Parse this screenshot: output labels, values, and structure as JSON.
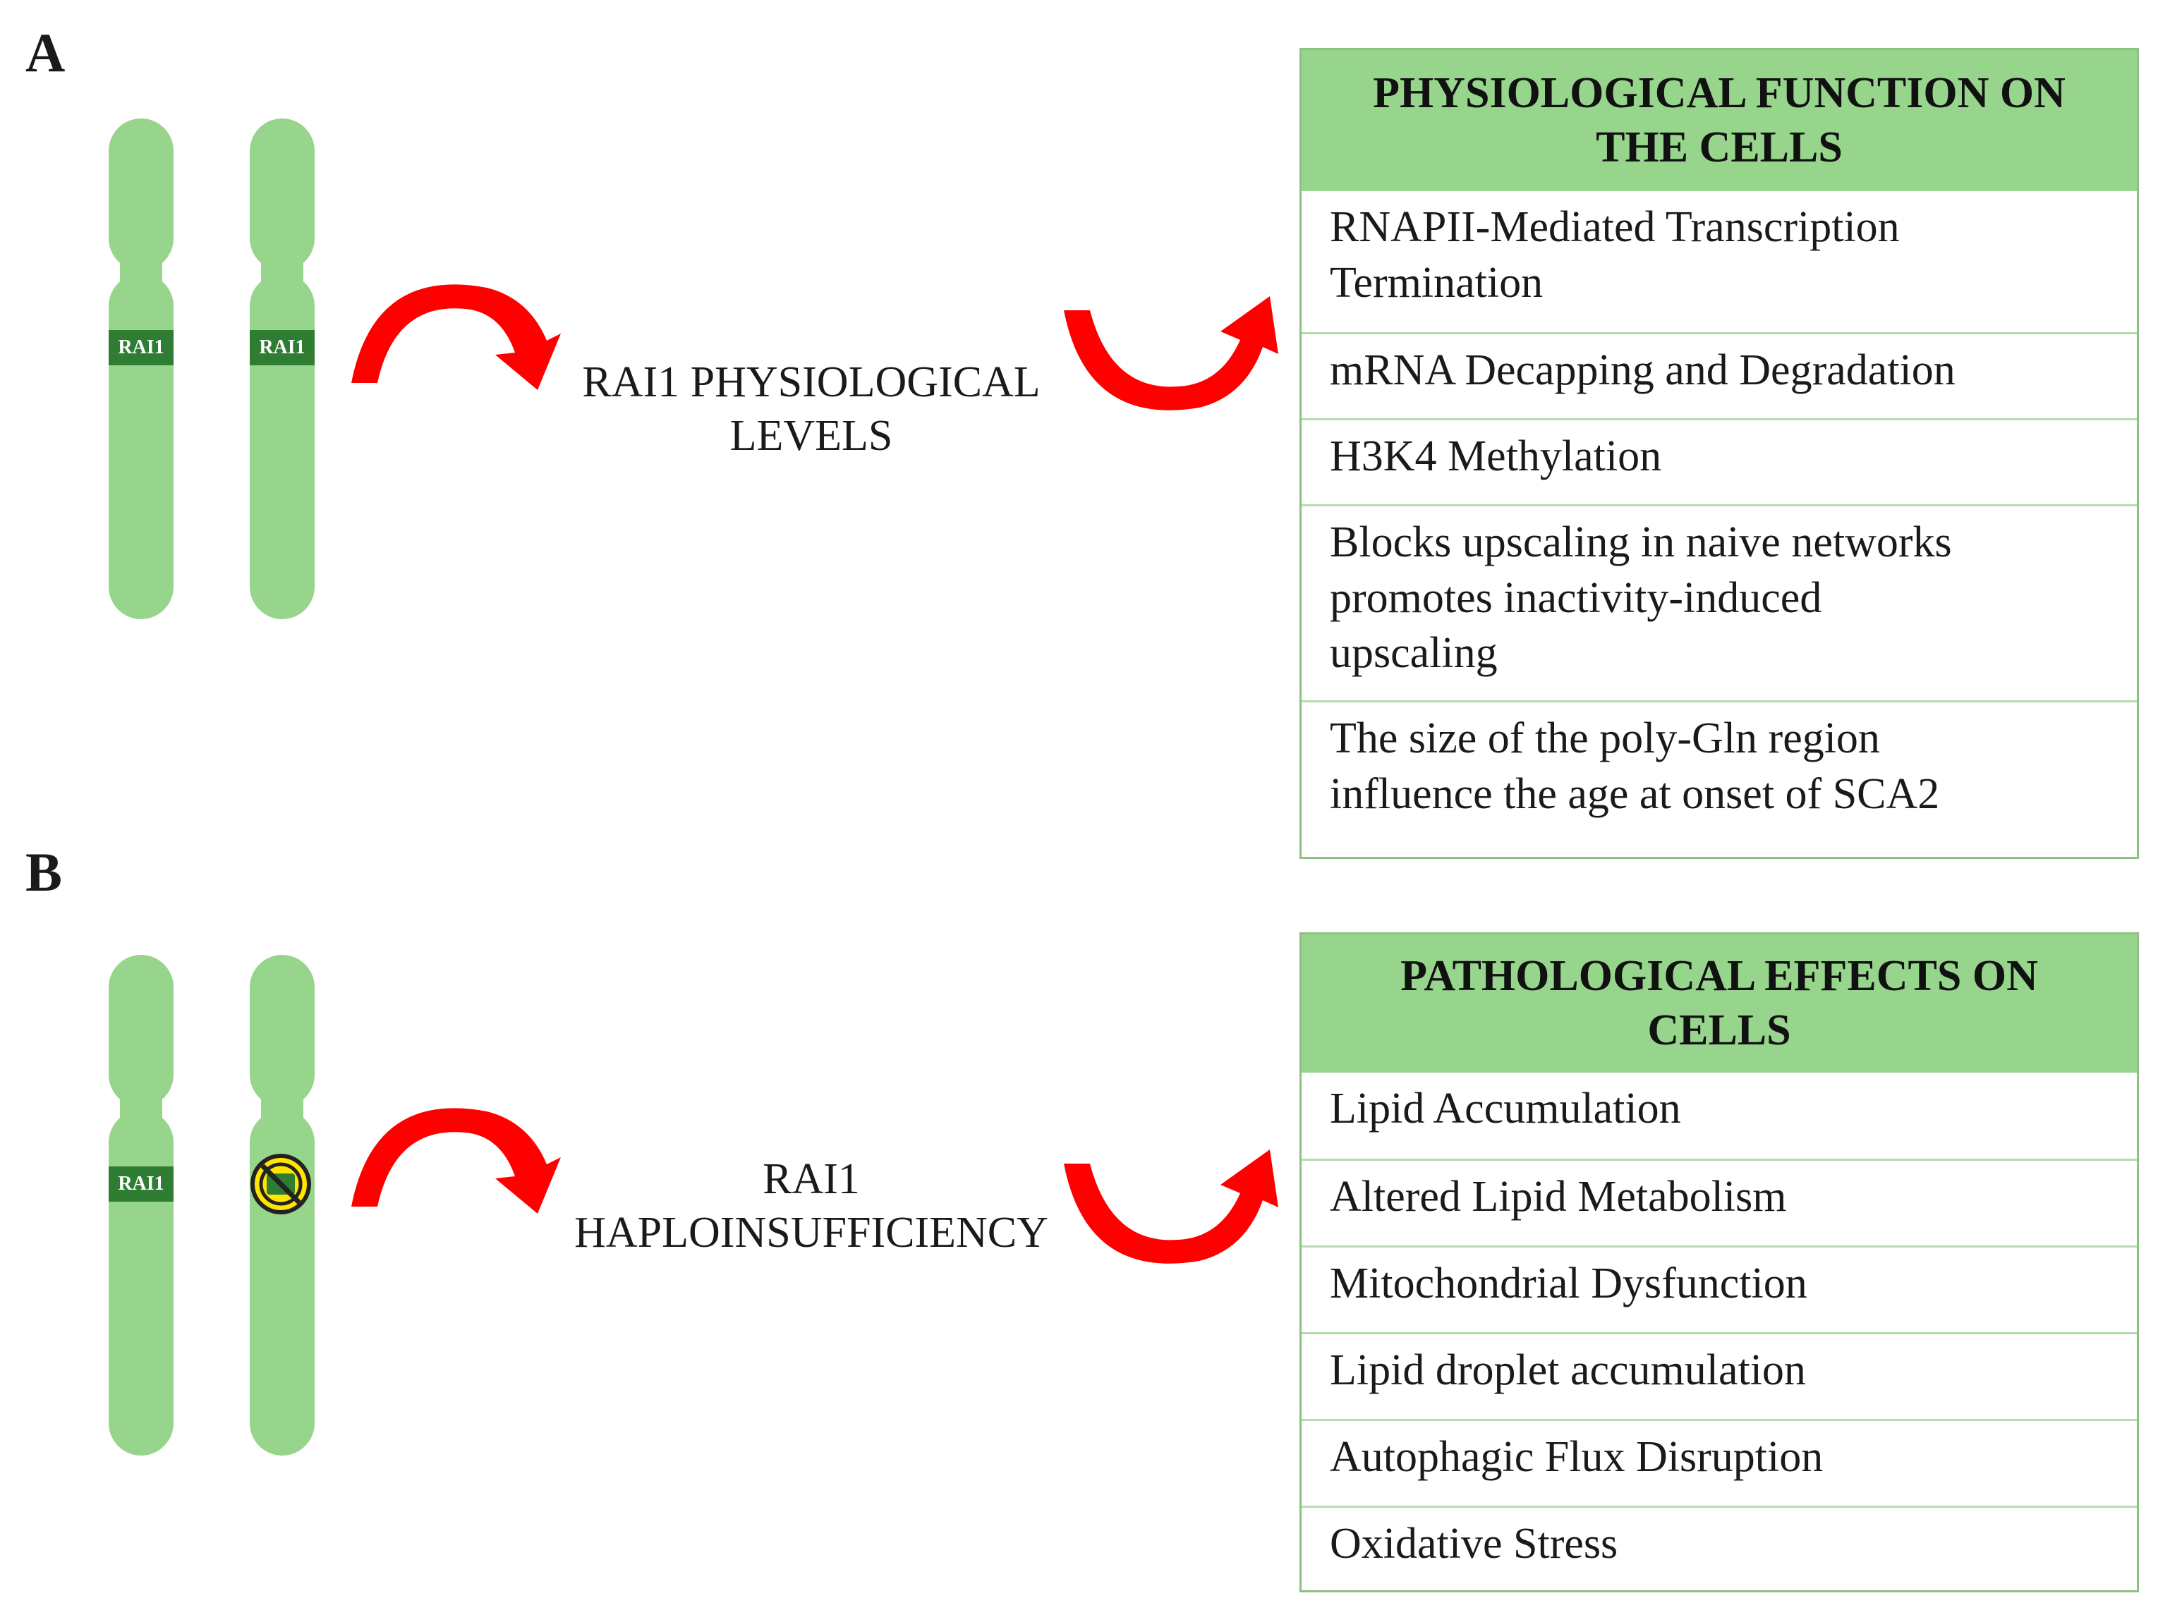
{
  "panel_a": {
    "letter": "A",
    "chromosome_labels": [
      "RAI1",
      "RAI1"
    ],
    "level_label": "RAI1 PHYSIOLOGICAL\nLEVELS",
    "table": {
      "header": "PHYSIOLOGICAL FUNCTION ON\nTHE CELLS",
      "rows": [
        "RNAPII-Mediated Transcription\nTermination",
        "mRNA Decapping and Degradation",
        "H3K4 Methylation",
        "Blocks upscaling in naive networks\npromotes inactivity-induced\nupscaling",
        "The size of the poly-Gln region\ninfluence the age at onset of SCA2"
      ]
    }
  },
  "panel_b": {
    "letter": "B",
    "chromosome_labels": [
      "RAI1",
      ""
    ],
    "level_label": "RAI1\nHAPLOINSUFFICIENCY",
    "table": {
      "header": "PATHOLOGICAL EFFECTS ON\nCELLS",
      "rows": [
        "Lipid Accumulation",
        "Altered Lipid Metabolism",
        "Mitochondrial Dysfunction",
        "Lipid droplet accumulation",
        "Autophagic Flux Disruption",
        "Oxidative Stress"
      ]
    }
  },
  "colors": {
    "chromosome": "#97d58c",
    "gene_band": "#2e7d32",
    "arrow": "#ff0000",
    "table_header": "#97d58c",
    "table_border": "#8fbf86",
    "deletion_fill": "#ffe500",
    "deletion_icon": "no-symbol-icon"
  }
}
